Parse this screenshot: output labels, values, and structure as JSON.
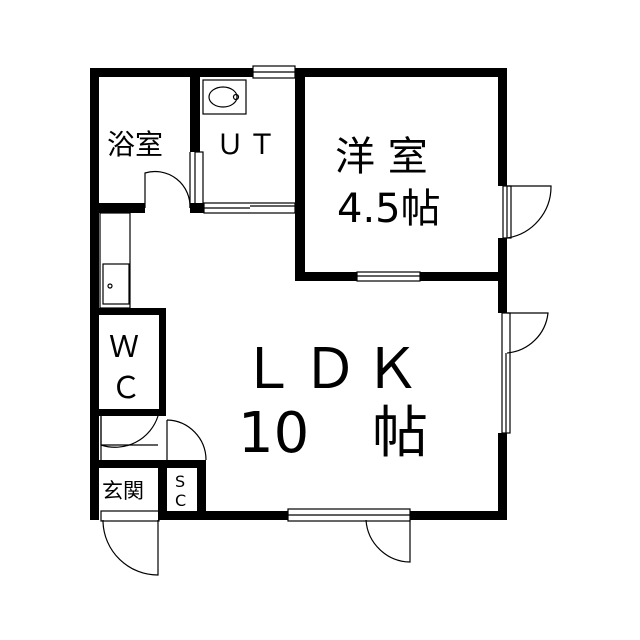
{
  "rooms": {
    "bath": "浴室",
    "utility": "ＵＴ",
    "western_name": "洋 室",
    "western_size": "4.5帖",
    "ldk_name": "ＬＤＫ",
    "ldk_size_num": "10",
    "ldk_size_unit": "帖",
    "wc_line1": "Ｗ",
    "wc_line2": "Ｃ",
    "entrance": "玄関",
    "sc_line1": "S",
    "sc_line2": "C"
  },
  "colors": {
    "wall": "#000000",
    "floor": "#ffffff",
    "line": "#000000"
  }
}
